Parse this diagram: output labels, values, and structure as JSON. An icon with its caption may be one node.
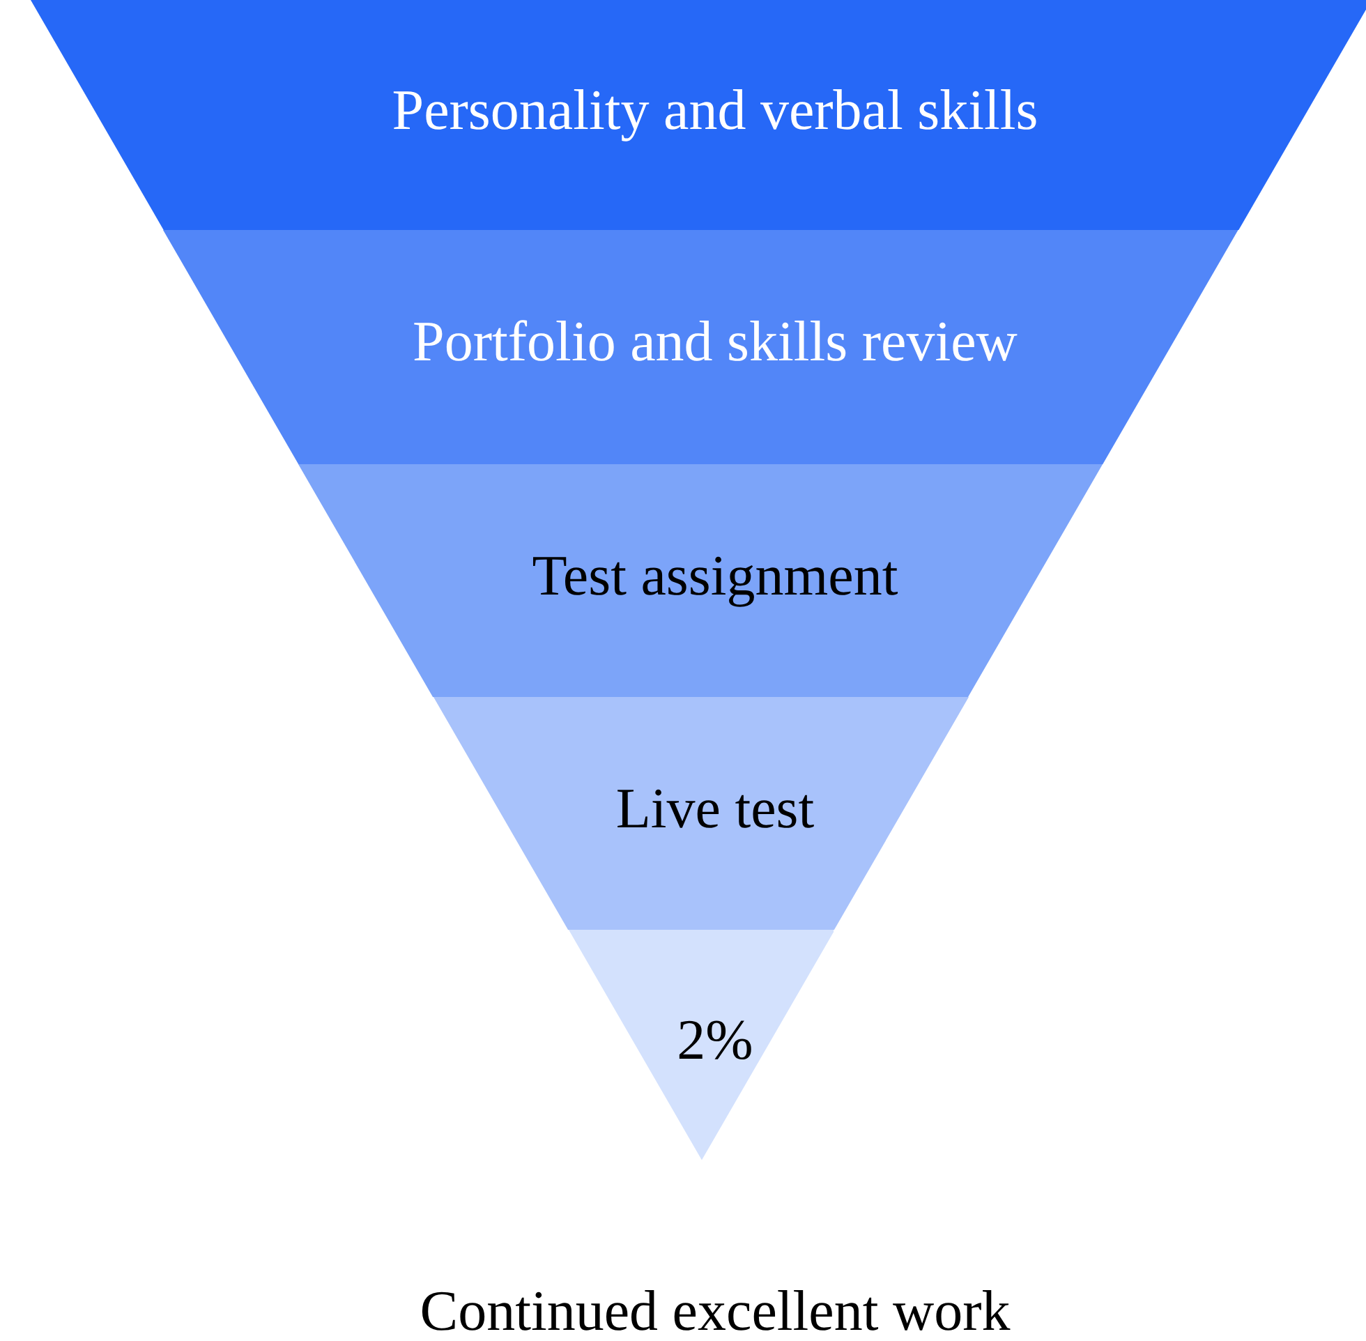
{
  "diagram": {
    "nodes": [
      {
        "text": [
          "Personality and verbal skills"
        ]
      },
      {
        "text": [
          "Portfolio and skills review"
        ]
      },
      {
        "text": [
          "Test assignment"
        ]
      },
      {
        "text": [
          "Live test"
        ]
      },
      {
        "text": [
          "2%"
        ]
      }
    ],
    "labels": [
      "Continued excellent work"
    ]
  }
}
